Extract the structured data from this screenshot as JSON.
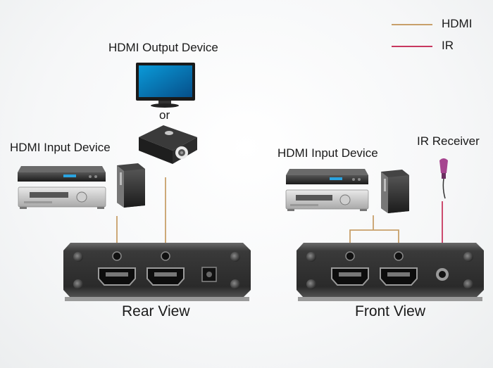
{
  "legend": {
    "hdmi_label": "HDMI",
    "ir_label": "IR",
    "hdmi_color": "#c8a06a",
    "ir_color": "#c8385f"
  },
  "labels": {
    "output_device": "HDMI Output Device",
    "or": "or",
    "input_device_left": "HDMI Input Device",
    "input_device_right": "HDMI Input Device",
    "ir_receiver": "IR Receiver",
    "rear_view": "Rear View",
    "front_view": "Front View"
  },
  "icons": {
    "monitor": "monitor-icon",
    "projector": "projector-icon",
    "dvd_player": "dvd-player-icon",
    "av_receiver": "av-receiver-icon",
    "pc_tower": "pc-tower-icon",
    "ir_receiver": "ir-receiver-icon"
  }
}
